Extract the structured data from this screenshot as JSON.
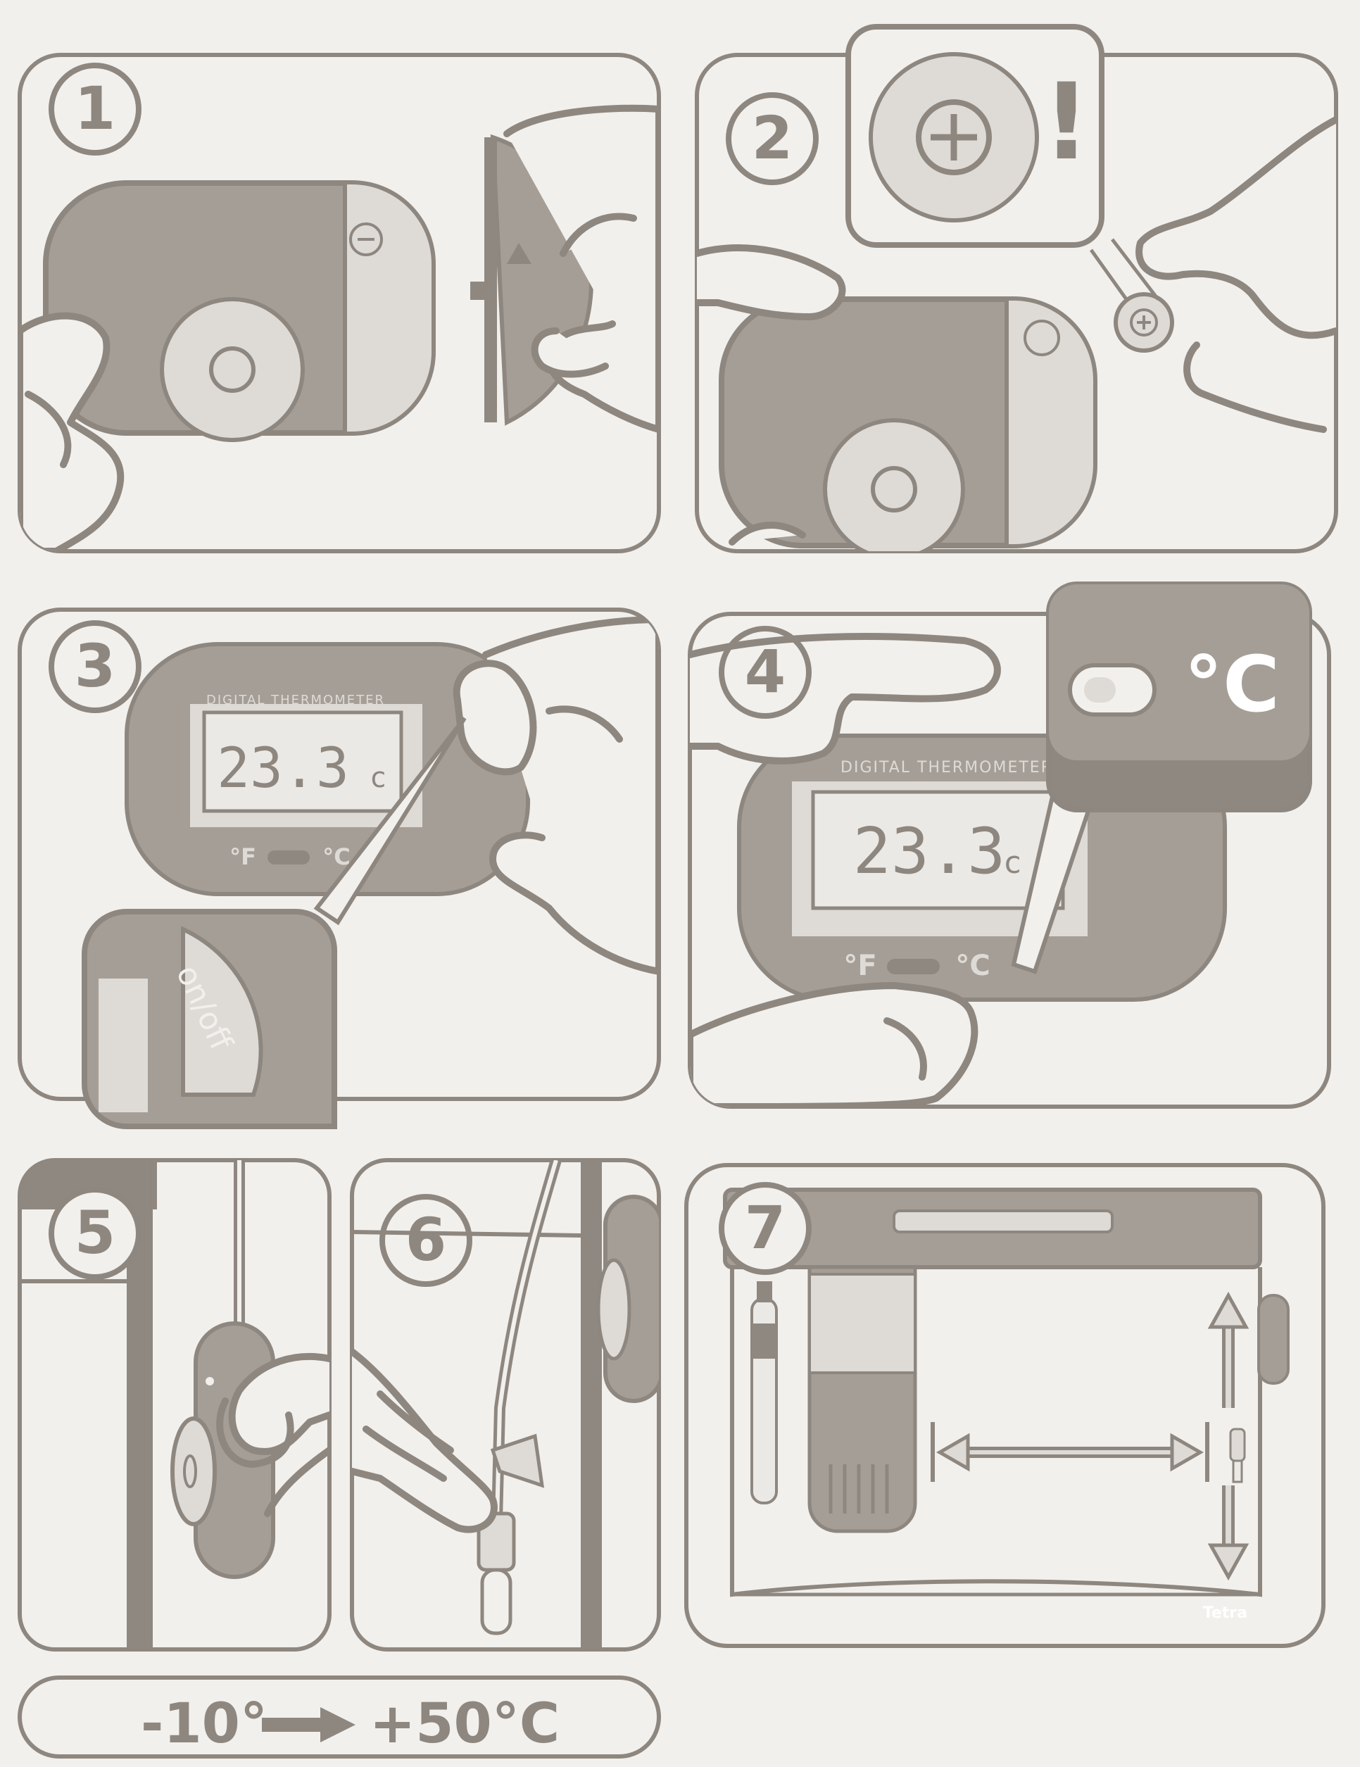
{
  "colors": {
    "paper": "#f2f0ec",
    "ink": "#8e8780",
    "device": "#a59e97",
    "device_dark": "#8f8881",
    "light": "#dedbd6",
    "screen": "#ebe9e5",
    "white": "#ffffff"
  },
  "steps": [
    {
      "number": "1"
    },
    {
      "number": "2",
      "callout_symbol": "!"
    },
    {
      "number": "3",
      "device_label": "DIGITAL THERMOMETER",
      "reading": "23.3",
      "reading_unit": "c",
      "unit_f": "°F",
      "unit_c": "°C",
      "button_label": "on/off"
    },
    {
      "number": "4",
      "device_label": "DIGITAL THERMOMETER",
      "reading": "23.3",
      "reading_unit": "c",
      "unit_f": "°F",
      "unit_c": "°C",
      "callout_label": "°C"
    },
    {
      "number": "5"
    },
    {
      "number": "6"
    },
    {
      "number": "7",
      "brand": "Tetra"
    }
  ],
  "range": {
    "min": "-10°",
    "max": "+50°C"
  }
}
